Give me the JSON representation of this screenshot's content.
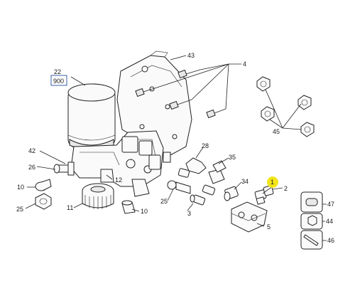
{
  "diagram": {
    "labels": {
      "l1": "1",
      "l2": "2",
      "l3": "3",
      "l4": "4",
      "l5": "5",
      "l10a": "10",
      "l10b": "10",
      "l11": "11",
      "l12": "12",
      "l22": "22",
      "l900": "900",
      "l25a": "25",
      "l25b": "25",
      "l26": "26",
      "l28": "28",
      "l34": "34",
      "l35": "35",
      "l42": "42",
      "l43": "43",
      "l44": "44",
      "l45": "45",
      "l46": "46",
      "l47": "47"
    },
    "colors": {
      "line": "#222222",
      "highlight": "#f2e51b",
      "label_box": "#3a5fa8"
    }
  }
}
